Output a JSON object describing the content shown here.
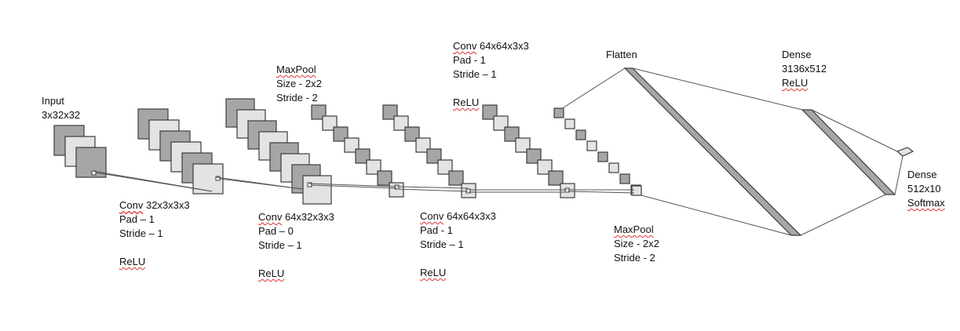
{
  "colors": {
    "dark": "#a6a6a6",
    "light": "#e3e3e3",
    "stroke": "#3c3c3c",
    "line": "#555555",
    "spell": "#d33333"
  },
  "labels": {
    "input": {
      "l1": "Input",
      "l2": "3x32x32"
    },
    "conv1": {
      "l1": "Conv",
      "l1b": " 32x3x3x3",
      "l2": "Pad – 1",
      "l3": "Stride – 1",
      "l4": "ReLU"
    },
    "maxpool1": {
      "l1": "MaxPool",
      "l2": "Size - 2x2",
      "l3": "Stride - 2"
    },
    "conv2": {
      "l1": "Conv",
      "l1b": " 64x32x3x3",
      "l2": "Pad – 0",
      "l3": "Stride – 1",
      "l4": "ReLU"
    },
    "conv3": {
      "l1": "Conv",
      "l1b": " 64x64x3x3",
      "l2": "Pad - 1",
      "l3": "Stride – 1",
      "l4": "ReLU"
    },
    "conv4": {
      "l1": "Conv",
      "l1b": " 64x64x3x3",
      "l2": "Pad - 1",
      "l3": "Stride – 1",
      "l4": "ReLU"
    },
    "maxpool2": {
      "l1": "MaxPool",
      "l2": "Size - 2x2",
      "l3": "Stride - 2"
    },
    "flatten": {
      "l1": "Flatten"
    },
    "dense1": {
      "l1": "Dense",
      "l2": "3136x512",
      "l3": "ReLU"
    },
    "dense2": {
      "l1": "Dense",
      "l2": "512x10",
      "l3": "Softmax"
    }
  }
}
